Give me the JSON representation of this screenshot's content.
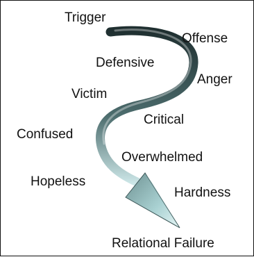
{
  "diagram": {
    "labels": {
      "trigger": "Trigger",
      "offense": "Offense",
      "defensive": "Defensive",
      "anger": "Anger",
      "victim": "Victim",
      "critical": "Critical",
      "confused": "Confused",
      "overwhelmed": "Overwhelmed",
      "hopeless": "Hopeless",
      "hardness": "Hardness",
      "relational_failure": "Relational Failure"
    },
    "colors": {
      "arrow_dark": "#1f2f30",
      "arrow_mid": "#4c6c6d",
      "arrow_light": "#cfe9ea",
      "text": "#111111"
    }
  }
}
